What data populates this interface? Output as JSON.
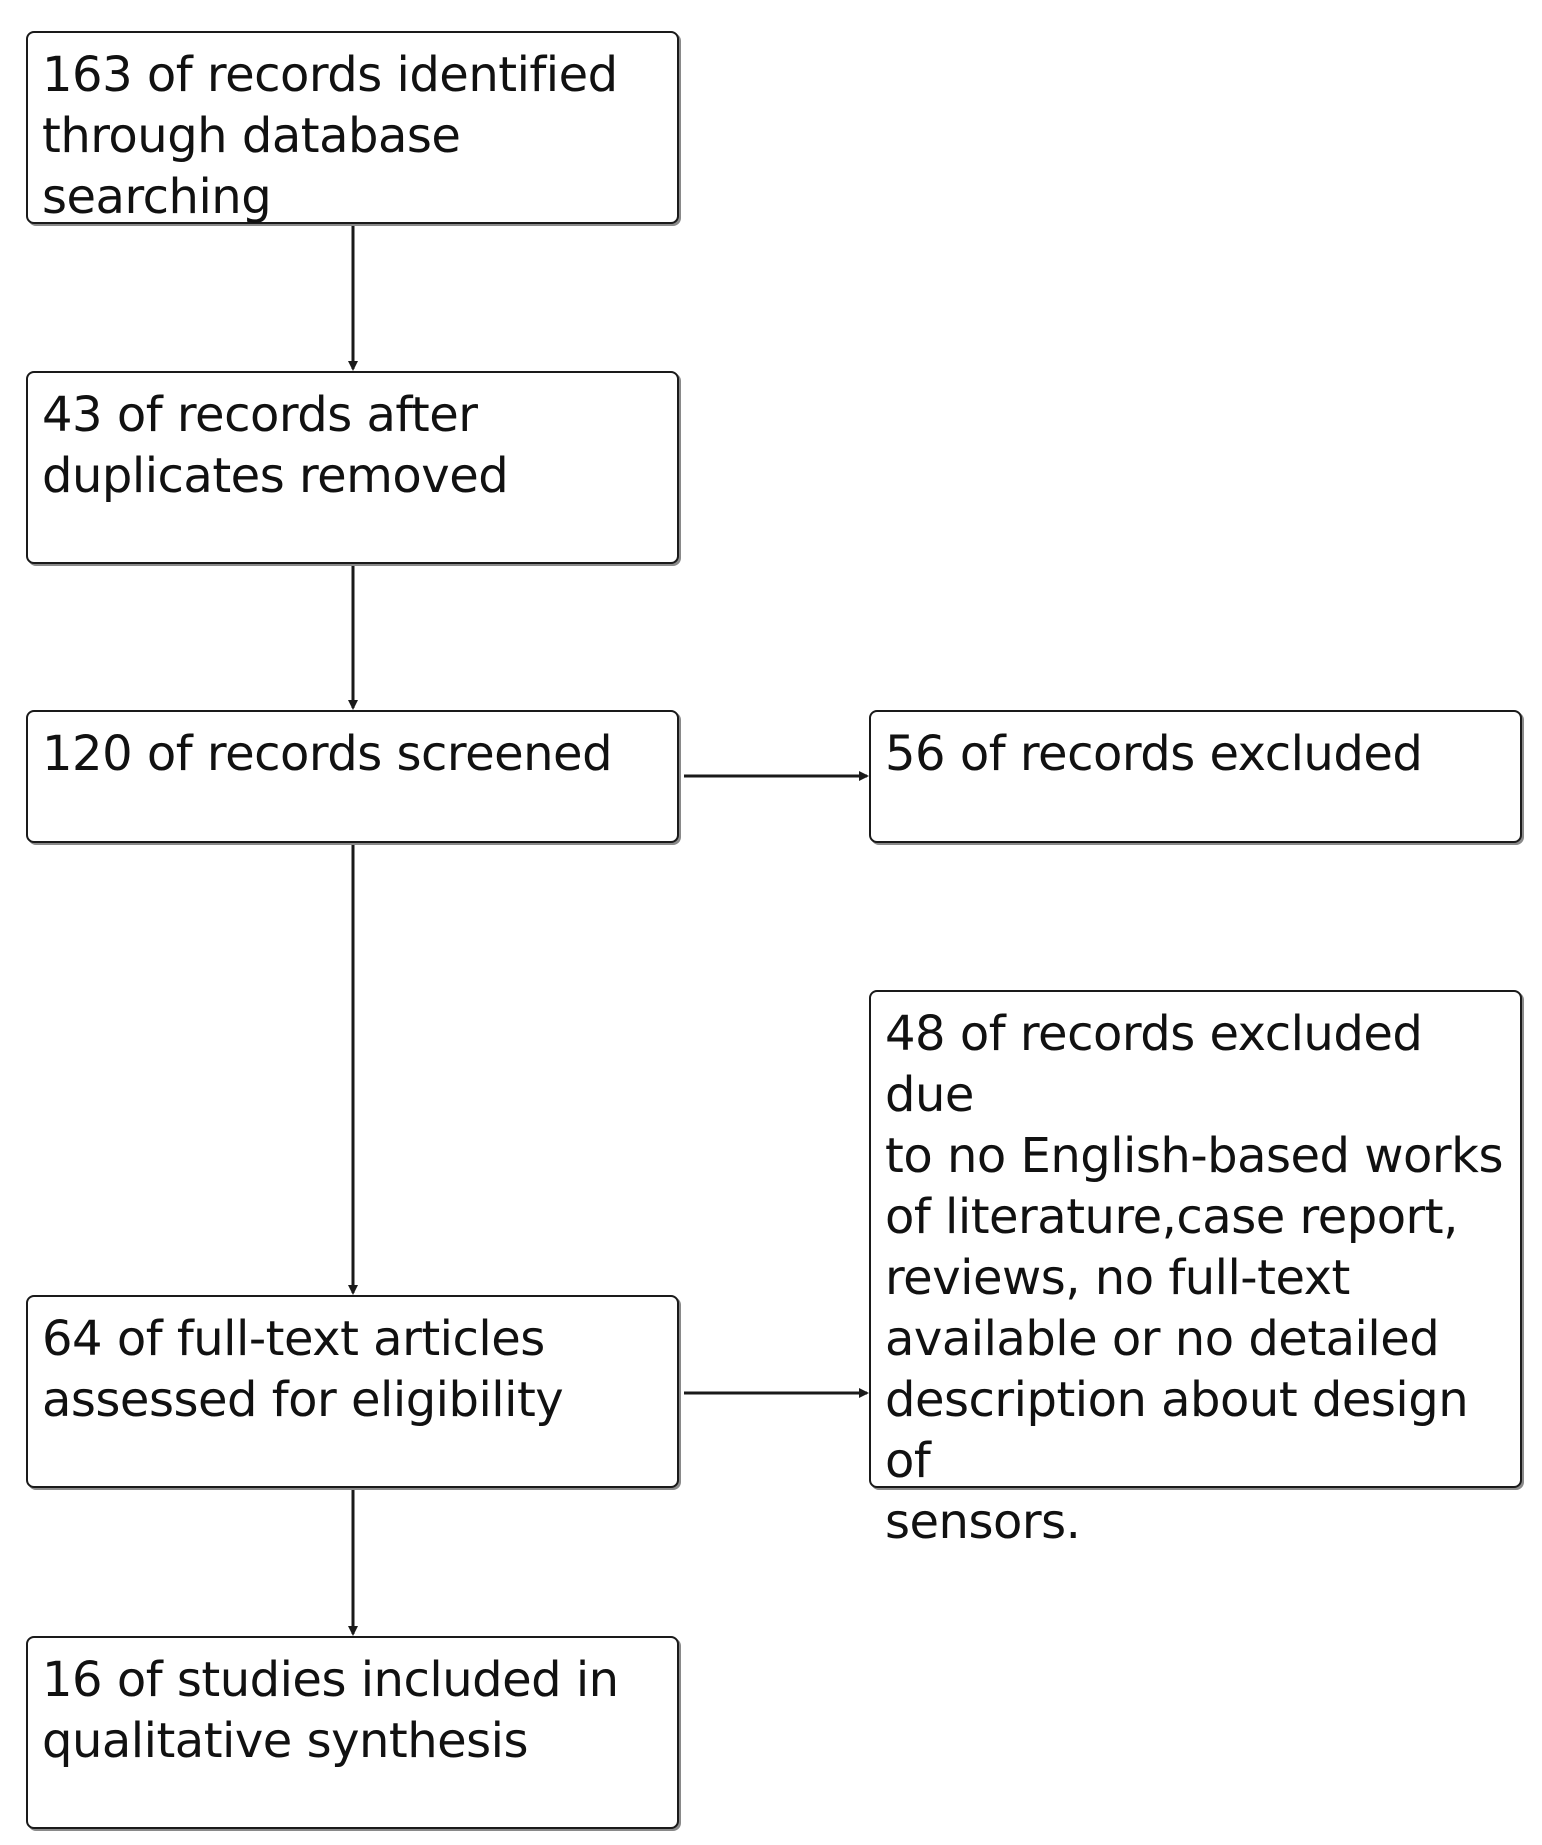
{
  "diagram": {
    "boxes": {
      "identified": "163 of records identified\nthrough database searching",
      "duplicates_removed": "43 of records after\nduplicates removed",
      "screened": "120 of records screened",
      "excluded": "56 of records excluded",
      "fulltext_assessed": "64 of full-text articles\nassessed for eligibility",
      "excluded_reasons": "48 of records excluded due\nto no English-based works\nof literature,case report,\nreviews, no full-text\navailable or no detailed\ndescription about design of\nsensors.",
      "included": "16 of studies included in\nqualitative synthesis"
    }
  }
}
